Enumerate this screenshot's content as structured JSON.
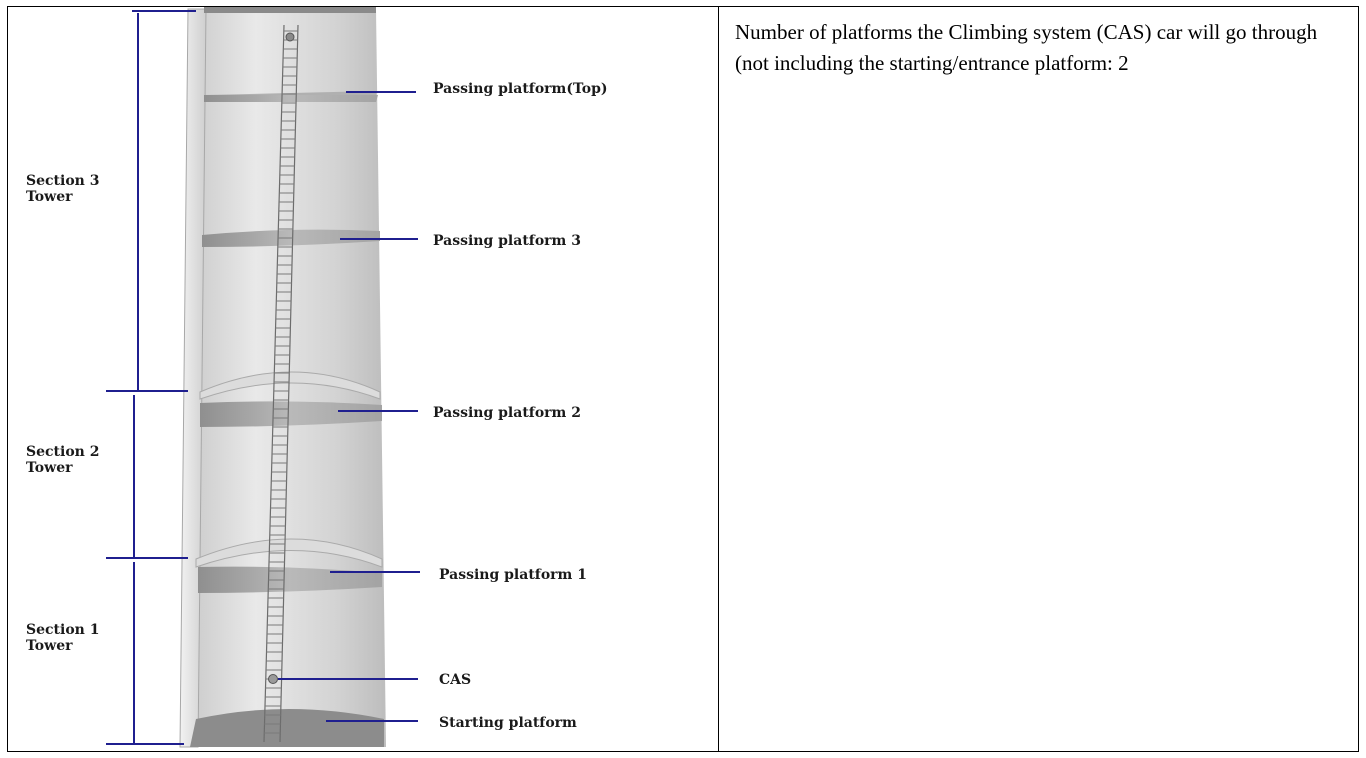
{
  "description_text": "Number of platforms the Climbing system (CAS) car will go through (not including the starting/entrance platform: 2",
  "sections": [
    {
      "line1": "Section 3",
      "line2": "Tower"
    },
    {
      "line1": "Section 2",
      "line2": "Tower"
    },
    {
      "line1": "Section 1",
      "line2": "Tower"
    }
  ],
  "callouts": {
    "top": "Passing platform(Top)",
    "p3": "Passing platform 3",
    "p2": "Passing platform 2",
    "p1": "Passing platform 1",
    "cas": "CAS",
    "start": "Starting platform"
  },
  "colors": {
    "dimension_line": "#1f1f8f",
    "callout_line": "#1f1f8f",
    "tower_light": "#e8e8e8",
    "tower_dark": "#9a9a9a"
  }
}
